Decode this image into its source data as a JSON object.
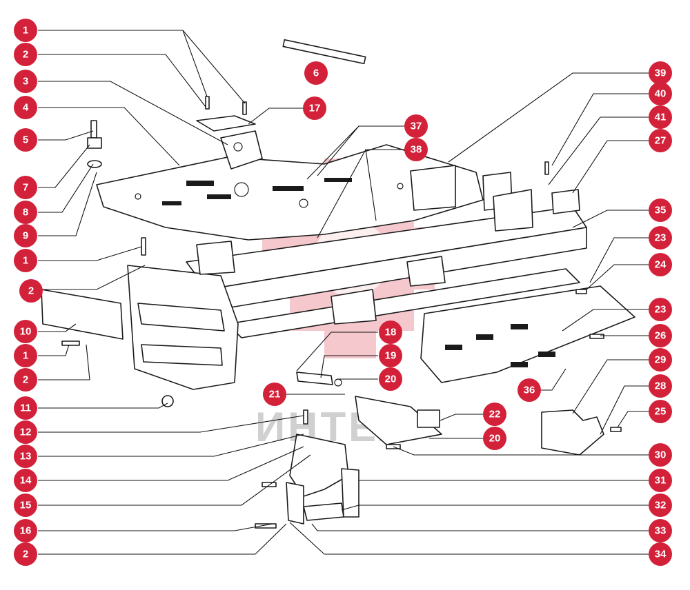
{
  "diagram": {
    "watermark_text": "ИНТЕХ",
    "callouts_left": [
      "1",
      "2",
      "3",
      "4",
      "5",
      "6",
      "7",
      "8",
      "9",
      "1",
      "2",
      "10",
      "1",
      "2",
      "11",
      "12",
      "13",
      "14",
      "15",
      "16",
      "2"
    ],
    "callouts_right": [
      "17",
      "37",
      "38",
      "39",
      "40",
      "41",
      "27",
      "35",
      "23",
      "24",
      "23",
      "26",
      "29",
      "28",
      "25",
      "36",
      "18",
      "19",
      "20",
      "21",
      "22",
      "20",
      "30",
      "31",
      "32",
      "33",
      "34"
    ],
    "accent_color": "#d3213a"
  }
}
